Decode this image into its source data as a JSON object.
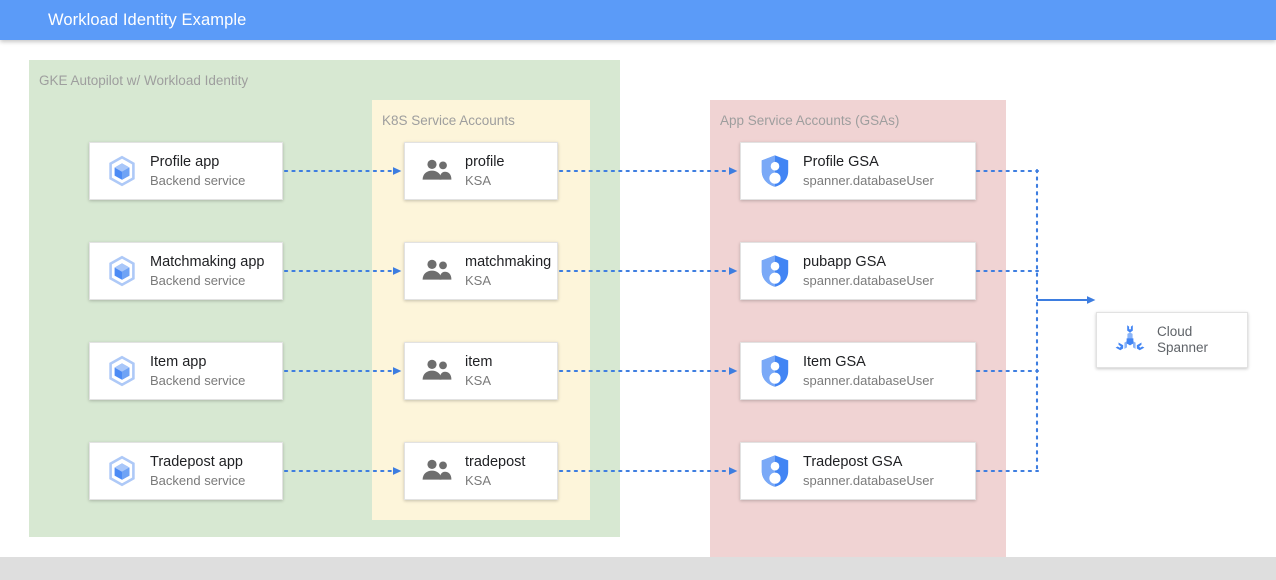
{
  "appbar": {
    "title": "Workload Identity Example",
    "background": "#5b9bf8",
    "text_color": "#ffffff"
  },
  "groups": {
    "gke": {
      "label": "GKE Autopilot w/ Workload Identity",
      "color": "#d7e8d2"
    },
    "ksa": {
      "label": "K8S Service Accounts",
      "color": "#fdf5da"
    },
    "gsa": {
      "label": "App Service Accounts (GSAs)",
      "color": "#f0d3d3"
    }
  },
  "columns": {
    "apps": {
      "icon": "gke-cube-icon",
      "items": [
        {
          "title": "Profile app",
          "subtitle": "Backend service"
        },
        {
          "title": "Matchmaking app",
          "subtitle": "Backend service"
        },
        {
          "title": "Item app",
          "subtitle": "Backend service"
        },
        {
          "title": "Tradepost app",
          "subtitle": "Backend service"
        }
      ]
    },
    "ksas": {
      "icon": "people-group-icon",
      "items": [
        {
          "title": "profile",
          "subtitle": "KSA"
        },
        {
          "title": "matchmaking",
          "subtitle": "KSA"
        },
        {
          "title": "item",
          "subtitle": "KSA"
        },
        {
          "title": "tradepost",
          "subtitle": "KSA"
        }
      ]
    },
    "gsas": {
      "icon": "iam-shield-person-icon",
      "items": [
        {
          "title": "Profile GSA",
          "subtitle": "spanner.databaseUser"
        },
        {
          "title": "pubapp GSA",
          "subtitle": "spanner.databaseUser"
        },
        {
          "title": "Item GSA",
          "subtitle": "spanner.databaseUser"
        },
        {
          "title": "Tradepost GSA",
          "subtitle": "spanner.databaseUser"
        }
      ]
    }
  },
  "database": {
    "icon": "cloud-spanner-icon",
    "title_line1": "Cloud",
    "title_line2": "Spanner"
  },
  "connectors": {
    "style": "dotted",
    "color": "#3d7de0",
    "arrowhead": "solid-triangle",
    "bus_style": "dotted-vertical",
    "final_edge_style": "solid-arrow"
  },
  "bottom_strip": {
    "color": "#dedede"
  }
}
